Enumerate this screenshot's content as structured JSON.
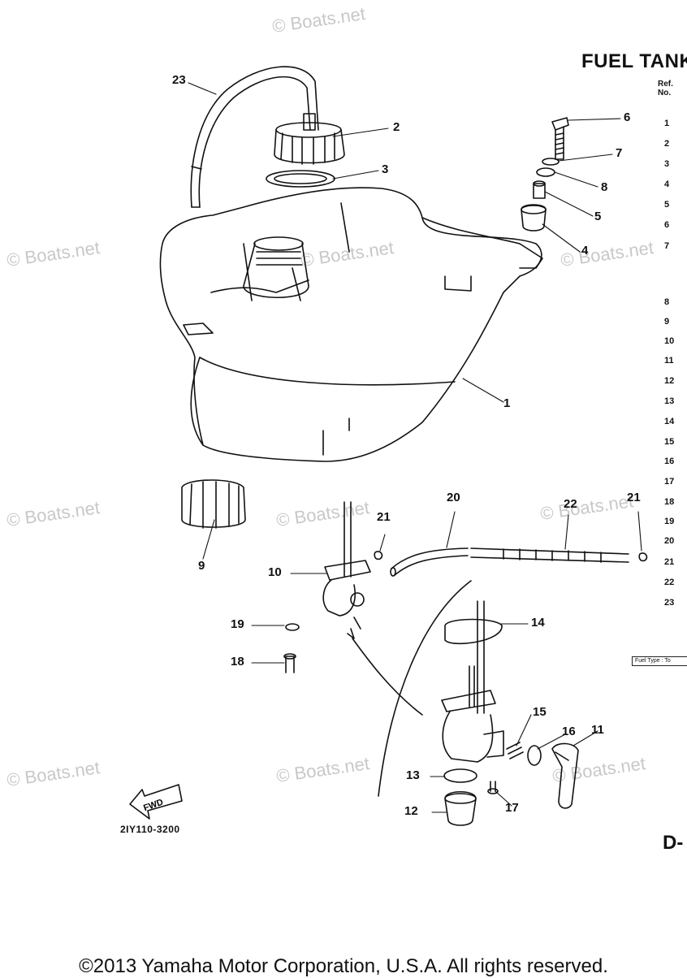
{
  "title": {
    "text": "FUEL TANK"
  },
  "ref_header": {
    "line1": "Ref.",
    "line2": "No."
  },
  "ref_numbers": [
    "1",
    "2",
    "3",
    "4",
    "5",
    "6",
    "7",
    "8",
    "9",
    "10",
    "11",
    "12",
    "13",
    "14",
    "15",
    "16",
    "17",
    "18",
    "19",
    "20",
    "21",
    "22",
    "23"
  ],
  "fuel_type_box": "Fuel Type : To",
  "callouts": [
    "1",
    "2",
    "3",
    "4",
    "5",
    "6",
    "7",
    "8",
    "9",
    "10",
    "11",
    "12",
    "13",
    "14",
    "15",
    "16",
    "17",
    "18",
    "19",
    "20",
    "21",
    "21",
    "22",
    "23"
  ],
  "fwd_label": "FWD",
  "part_code": "2IY110-3200",
  "page_code": "D-",
  "watermark": "© Boats.net",
  "copyright": "©2013 Yamaha Motor Corporation, U.S.A. All rights reserved."
}
